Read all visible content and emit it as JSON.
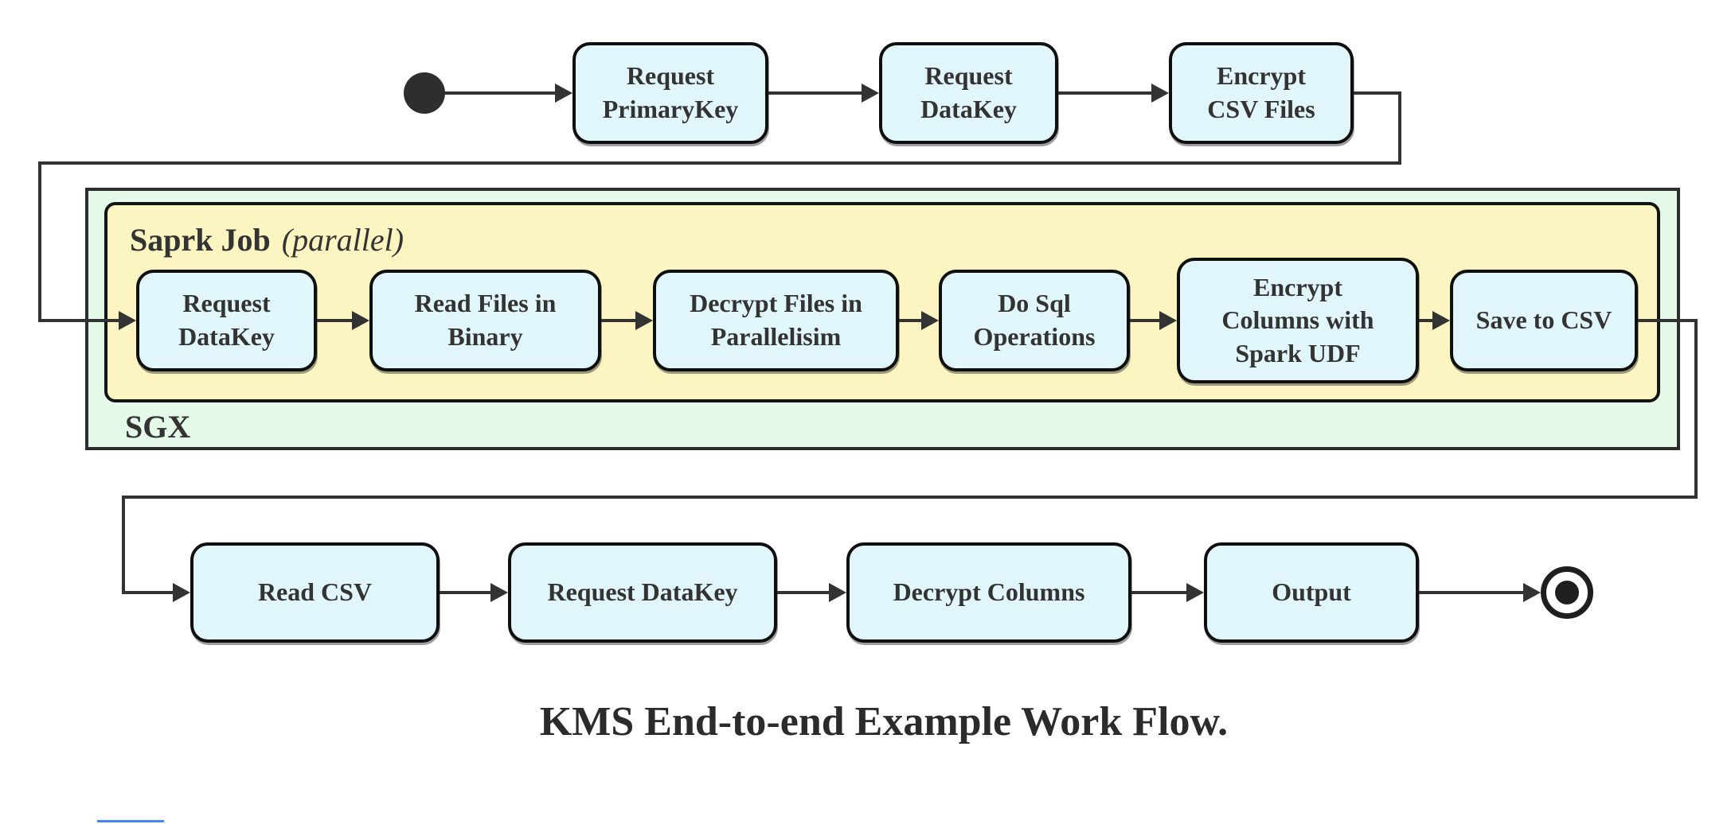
{
  "diagram": {
    "caption": "KMS End-to-end Example Work Flow.",
    "type": "state-flow-diagram",
    "start_node": "start-state",
    "end_node": "end-state",
    "top_row": [
      {
        "label": "Request\nPrimaryKey"
      },
      {
        "label": "Request\nDataKey"
      },
      {
        "label": "Encrypt\nCSV Files"
      }
    ],
    "sgx": {
      "label": "SGX",
      "spark_job": {
        "label": "Saprk Job",
        "qualifier": "(parallel)",
        "steps": [
          {
            "label": "Request\nDataKey"
          },
          {
            "label": "Read Files in\nBinary"
          },
          {
            "label": "Decrypt Files in\nParallelisim"
          },
          {
            "label": "Do Sql\nOperations"
          },
          {
            "label": "Encrypt\nColumns with\nSpark UDF"
          },
          {
            "label": "Save to CSV"
          }
        ]
      }
    },
    "bottom_row": [
      {
        "label": "Read CSV"
      },
      {
        "label": "Request DataKey"
      },
      {
        "label": "Decrypt Columns"
      },
      {
        "label": "Output"
      }
    ],
    "flow_order": [
      "start",
      "Request PrimaryKey",
      "Request DataKey",
      "Encrypt CSV Files",
      "SGX/Spark: Request DataKey",
      "Read Files in Binary",
      "Decrypt Files in Parallelisim",
      "Do Sql Operations",
      "Encrypt Columns with Spark UDF",
      "Save to CSV",
      "Read CSV",
      "Request DataKey",
      "Decrypt Columns",
      "Output",
      "end"
    ],
    "colors": {
      "state_fill": "#e1f6fb",
      "state_border": "#0f0f0f",
      "spark_container_fill": "#fcf5c1",
      "sgx_container_fill": "#e4f9e7",
      "connector": "#333333",
      "text": "#333333",
      "bottom_blue_mark": "#4285f4"
    }
  }
}
